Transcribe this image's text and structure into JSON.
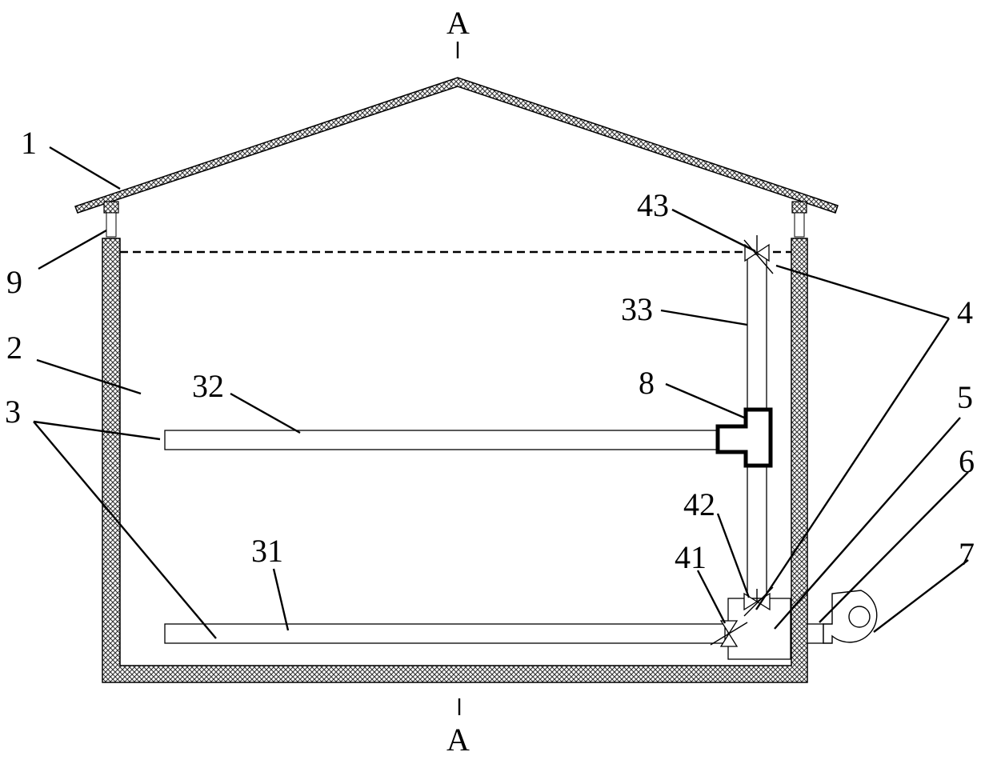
{
  "section_marks": {
    "top": "A",
    "bottom": "A"
  },
  "labels": {
    "roof": "1",
    "vent_gap": "9",
    "chamber": "2",
    "pipe_group": "3",
    "pipe_31": "31",
    "pipe_32": "32",
    "pipe_33": "33",
    "valve_group": "4",
    "valve_41": "41",
    "valve_42": "42",
    "valve_43": "43",
    "junction": "5",
    "connector": "6",
    "fan": "7",
    "fitting": "8"
  }
}
